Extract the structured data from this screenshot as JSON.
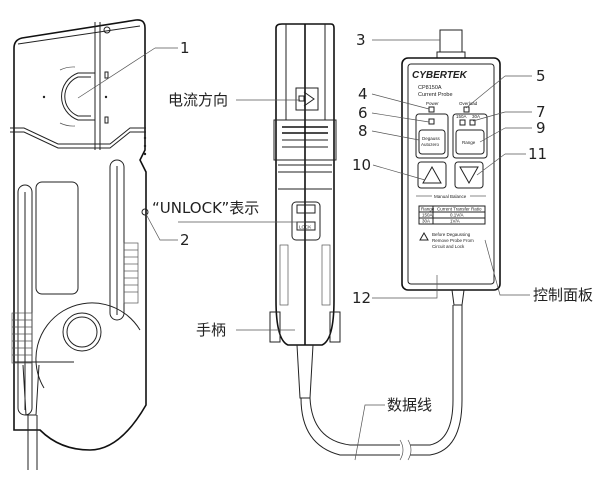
{
  "callouts": {
    "n1": "1",
    "n2": "2",
    "n3": "3",
    "n4": "4",
    "n5": "5",
    "n6": "6",
    "n7": "7",
    "n8": "8",
    "n9": "9",
    "n10": "10",
    "n11": "11",
    "n12": "12"
  },
  "annotations": {
    "current_direction": "电流方向",
    "unlock_indicator": "“UNLOCK”表示",
    "handle": "手柄",
    "control_panel": "控制面板",
    "data_cable": "数据线"
  },
  "panel": {
    "brand": "CYBERTEK",
    "model": "CP8150A",
    "subtitle": "Current Probe",
    "power_label": "Power",
    "overload_label": "Overload",
    "range_150": "150A",
    "range_30": "30A",
    "degauss_line1": "Degauss",
    "degauss_line2": "Autozero",
    "range_button": "Range",
    "manual_balance": "Manual Balance",
    "table_headers": [
      "Range",
      "Current Transfer Ratio"
    ],
    "table_rows": [
      [
        "150A",
        "0.1V/A"
      ],
      [
        "30A",
        "1V/A"
      ]
    ],
    "warning_lines": [
      "Before Degaussing",
      "Remove Probe From",
      "Circuit and Lock"
    ]
  },
  "clamp": {
    "lock_window_text": "LOCK"
  }
}
